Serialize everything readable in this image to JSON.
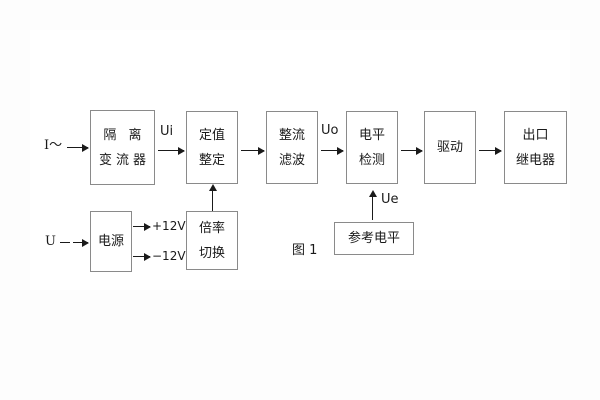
{
  "figure": {
    "caption": "图 1",
    "background_color": "#fdfdfd",
    "panel_color": "#ffffff",
    "box_border_color": "#8a8a8a",
    "text_color": "#1a1a1a"
  },
  "inputs": [
    {
      "id": "current-input",
      "label": "I～"
    },
    {
      "id": "voltage-input",
      "label": "U"
    }
  ],
  "blocks": [
    {
      "id": "isolation-ct",
      "line1": "隔 离",
      "line2": "变流器"
    },
    {
      "id": "setting-adjust",
      "line1": "定值",
      "line2": "整定"
    },
    {
      "id": "rectify-filter",
      "line1": "整流",
      "line2": "滤波"
    },
    {
      "id": "level-detect",
      "line1": "电平",
      "line2": "检测"
    },
    {
      "id": "drive",
      "line1": "驱动",
      "line2": ""
    },
    {
      "id": "output-relay",
      "line1": "出口",
      "line2": "继电器"
    },
    {
      "id": "power-supply",
      "line1": "电源",
      "line2": ""
    },
    {
      "id": "multiplier-switch",
      "line1": "倍率",
      "line2": "切换"
    },
    {
      "id": "reference-level",
      "line1": "参考电平",
      "line2": ""
    }
  ],
  "signals": [
    {
      "id": "ui",
      "label": "Ui"
    },
    {
      "id": "uo",
      "label": "Uo"
    },
    {
      "id": "ue",
      "label": "Ue"
    }
  ],
  "power_rails": [
    {
      "id": "rail-positive",
      "label": "+12V"
    },
    {
      "id": "rail-negative",
      "label": "−12V"
    }
  ]
}
